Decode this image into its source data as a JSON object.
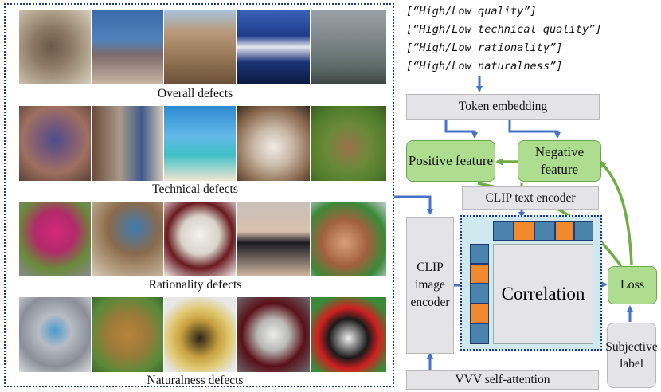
{
  "categories": [
    {
      "caption": "Overall defects"
    },
    {
      "caption": "Technical defects"
    },
    {
      "caption": "Rationality defects"
    },
    {
      "caption": "Naturalness defects"
    }
  ],
  "prompts": [
    "[“High/Low quality”]",
    "[“High/Low technical quality”]",
    "[“High/Low rationality”]",
    "[“High/Low naturalness”]"
  ],
  "blocks": {
    "token_embedding": "Token embedding",
    "positive_feature": "Positive feature",
    "negative_feature": "Negative feature",
    "clip_text_encoder": "CLIP text encoder",
    "clip_image_encoder": "CLIP image encoder",
    "correlation": "Correlation",
    "loss": "Loss",
    "subjective_label": "Subjective label",
    "vvv_self_attention": "VVV self-attention"
  },
  "colors": {
    "arrow_blue": "#4472c4",
    "arrow_green": "#70ad47",
    "token_blue": "#4a84ad",
    "token_orange": "#f08a2c",
    "correlation_bg": "#cfe9ee"
  }
}
